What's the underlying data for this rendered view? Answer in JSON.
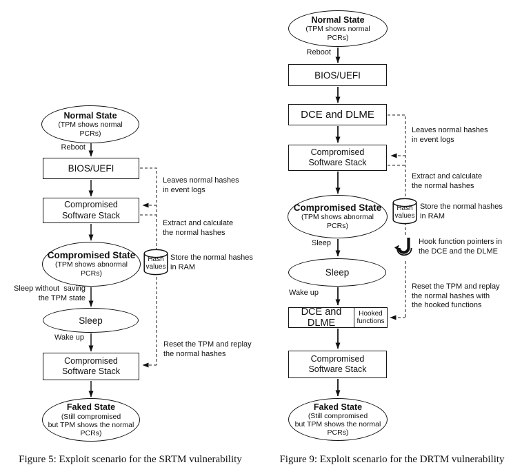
{
  "colors": {
    "ink": "#111111",
    "arrow_left": "#3d3d3d",
    "arrow_right": "#151515",
    "dash": "#4a4a4a",
    "background": "#ffffff"
  },
  "diagrams": {
    "srtm": {
      "caption": "Figure 5: Exploit scenario for the SRTM vulnerability",
      "normal_state": {
        "title": "Normal State",
        "subtitle": "(TPM shows normal\nPCRs)"
      },
      "reboot_label": "Reboot",
      "bios_label": "BIOS/UEFI",
      "stack1_label": "Compromised\nSoftware Stack",
      "compromised_state": {
        "title": "Compromised State",
        "subtitle": "(TPM shows abnormal\nPCRs)"
      },
      "sleep_edge_label": "Sleep without  saving\nthe TPM state",
      "sleep_label": "Sleep",
      "wake_label": "Wake up",
      "stack2_label": "Compromised\nSoftware Stack",
      "faked_state": {
        "title": "Faked State",
        "subtitle": "(Still compromised\nbut TPM shows the normal\nPCRs)"
      },
      "cylinder_label": "Hash\nvalues",
      "ann_leaves": "Leaves normal hashes\nin event logs",
      "ann_extract": "Extract and calculate\nthe normal hashes",
      "ann_store": "Store the normal hashes\nin RAM",
      "ann_reset": "Reset the TPM and replay\nthe normal hashes"
    },
    "drtm": {
      "caption": "Figure 9: Exploit scenario for the DRTM vulnerability",
      "normal_state": {
        "title": "Normal State",
        "subtitle": "(TPM shows normal\nPCRs)"
      },
      "reboot_label": "Reboot",
      "bios_label": "BIOS/UEFI",
      "dce1_label": "DCE and DLME",
      "stack1_label": "Compromised\nSoftware Stack",
      "compromised_state": {
        "title": "Compromised State",
        "subtitle": "(TPM shows abnormal\nPCRs)"
      },
      "sleep_edge_label": "Sleep",
      "sleep_label": "Sleep",
      "wake_label": "Wake up",
      "dce2_label": "DCE and DLME",
      "hooked_label": "Hooked\nfunctions",
      "stack2_label": "Compromised\nSoftware Stack",
      "faked_state": {
        "title": "Faked State",
        "subtitle": "(Still compromised\nbut TPM shows the normal\nPCRs)"
      },
      "cylinder_label": "Hash\nvalues",
      "ann_leaves": "Leaves normal hashes\nin event logs",
      "ann_extract": "Extract and calculate\nthe normal hashes",
      "ann_store": "Store the normal hashes\nin RAM",
      "ann_hook": "Hook function pointers in\nthe DCE and the DLME",
      "ann_reset": "Reset the TPM and replay\nthe normal hashes with\nthe hooked functions"
    }
  }
}
